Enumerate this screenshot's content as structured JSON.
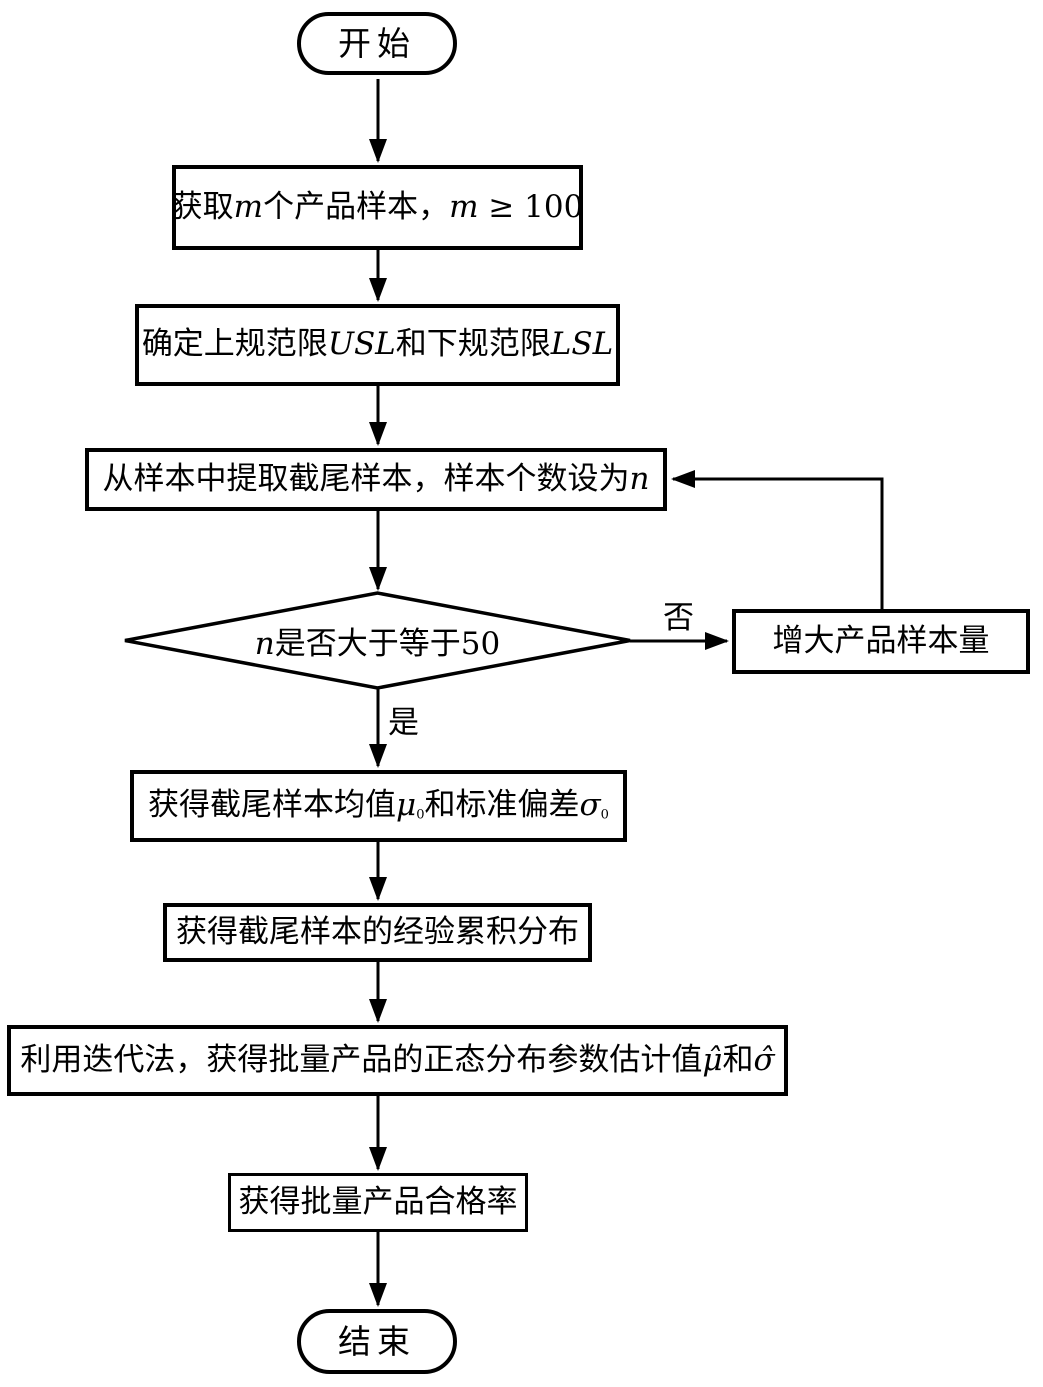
{
  "nodes": {
    "start": "开始",
    "get_samples": [
      "获取",
      "m",
      "个产品样本，",
      "m",
      " ≥ 100"
    ],
    "spec_limits": [
      "确定上规范限",
      "USL",
      "和下规范限",
      "LSL"
    ],
    "extract_truncated": [
      "从样本中提取截尾样本，样本个数设为",
      "n"
    ],
    "decision": [
      "n",
      "是否大于等于50"
    ],
    "increase_sample": "增大产品样本量",
    "mean_std": [
      "获得截尾样本均值",
      "μ",
      "0",
      "和标准偏差",
      "σ",
      "0"
    ],
    "ecdf": "获得截尾样本的经验累积分布",
    "iterate": [
      "利用迭代法，获得批量产品的正态分布参数估计值",
      "μ̂",
      "和",
      "σ̂"
    ],
    "pass_rate": "获得批量产品合格率",
    "end": "结束"
  },
  "edge_labels": {
    "no": "否",
    "yes": "是"
  },
  "colors": {
    "stroke": "#000000",
    "background": "#ffffff"
  }
}
